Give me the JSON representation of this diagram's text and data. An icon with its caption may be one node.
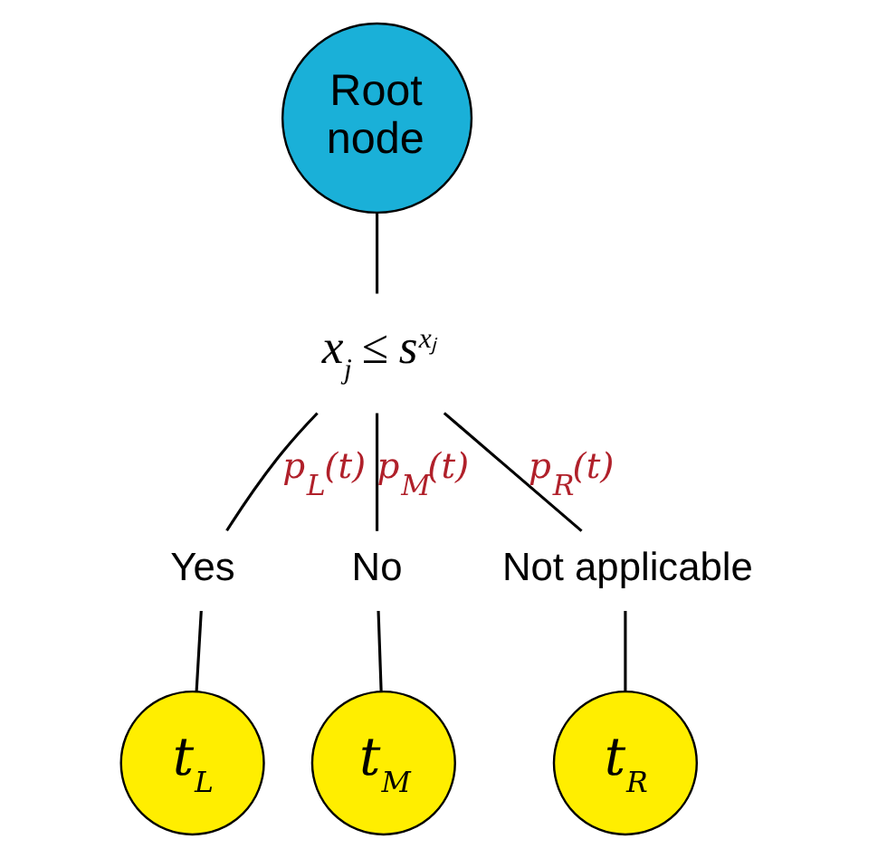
{
  "diagram": {
    "nodes": [
      {
        "text": [
          "Root node"
        ]
      },
      {
        "text": [
          "x$_{j}$ ≤ s$^{xⱼ}$"
        ]
      },
      {
        "text": [
          "Yes"
        ]
      },
      {
        "text": [
          "No"
        ]
      },
      {
        "text": [
          "Not applicable"
        ]
      },
      {
        "text": [
          "t$_{L}$"
        ]
      },
      {
        "text": [
          "t$_{M}$"
        ]
      },
      {
        "text": [
          "t$_{R}$"
        ]
      }
    ],
    "edges": [
      {
        "from": 0,
        "to": 1,
        "arrow": "none"
      },
      {
        "from": 1,
        "to": 2,
        "arrow": "none",
        "label": "p$_{L}$(t)"
      },
      {
        "from": 1,
        "to": 3,
        "arrow": "none",
        "label": "p$_{M}$(t)"
      },
      {
        "from": 1,
        "to": 4,
        "arrow": "none",
        "label": "p$_{R}$(t)"
      },
      {
        "from": 2,
        "to": 5,
        "arrow": "none"
      },
      {
        "from": 3,
        "to": 6,
        "arrow": "none"
      },
      {
        "from": 4,
        "to": 7,
        "arrow": "none"
      }
    ]
  }
}
